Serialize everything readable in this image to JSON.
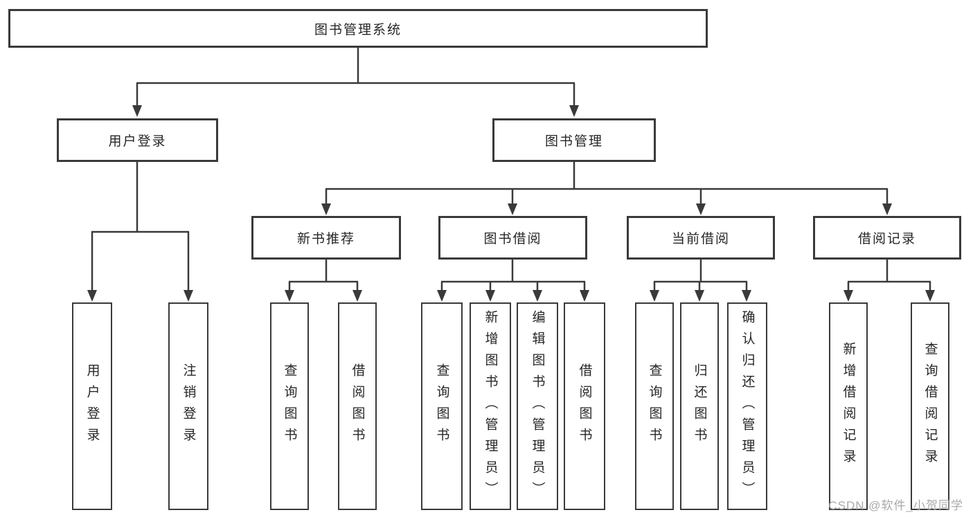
{
  "diagram": {
    "title": "图书管理系统",
    "branches": [
      {
        "label": "用户登录",
        "leaves": [
          "用户登录",
          "注销登录"
        ]
      },
      {
        "label": "图书管理",
        "sections": [
          {
            "label": "新书推荐",
            "leaves": [
              "查询图书",
              "借阅图书"
            ]
          },
          {
            "label": "图书借阅",
            "leaves": [
              "查询图书",
              "新增图书（管理员）",
              "编辑图书（管理员）",
              "借阅图书"
            ]
          },
          {
            "label": "当前借阅",
            "leaves": [
              "查询图书",
              "归还图书",
              "确认归还（管理员）"
            ]
          },
          {
            "label": "借阅记录",
            "leaves": [
              "新增借阅记录",
              "查询借阅记录"
            ]
          }
        ]
      }
    ]
  },
  "watermark": {
    "text": "CSDN @软件_小贺同学"
  },
  "colors": {
    "line": "#3a3a3a",
    "text": "#262626",
    "watermark": "#a9a9a9",
    "background": "#ffffff"
  }
}
